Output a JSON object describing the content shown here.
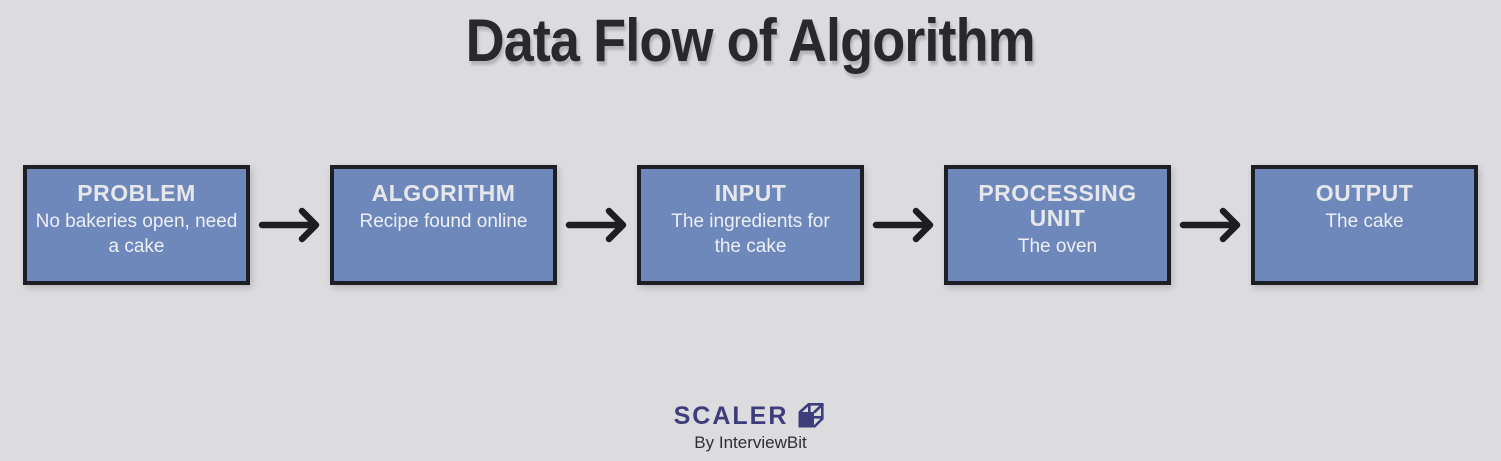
{
  "title": "Data Flow of Algorithm",
  "flow": {
    "steps": [
      {
        "heading": "PROBLEM",
        "description": [
          "No bakeries open, need",
          "a cake"
        ]
      },
      {
        "heading": "ALGORITHM",
        "description": [
          "Recipe found online"
        ]
      },
      {
        "heading": "INPUT",
        "description": [
          "The ingredients for",
          "the cake"
        ]
      },
      {
        "heading": "PROCESSING UNIT",
        "description": [
          "The oven"
        ]
      },
      {
        "heading": "OUTPUT",
        "description": [
          "The cake"
        ]
      }
    ],
    "arrow_icon": "right-arrow-icon"
  },
  "branding": {
    "logo_text": "SCALER",
    "logo_icon": "scaler-cube-icon",
    "byline": "By InterviewBit"
  },
  "colors": {
    "background": "#dcdcde",
    "box_fill": "#6e88bb",
    "box_border": "#1e1e25",
    "box_heading_text": "#e6e7ea",
    "box_description_text": "#edeff5",
    "title_text": "#28282d",
    "arrow": "#1d1d23",
    "logo_purple": "#3e3d7c",
    "byline_text": "#2e2e33"
  }
}
